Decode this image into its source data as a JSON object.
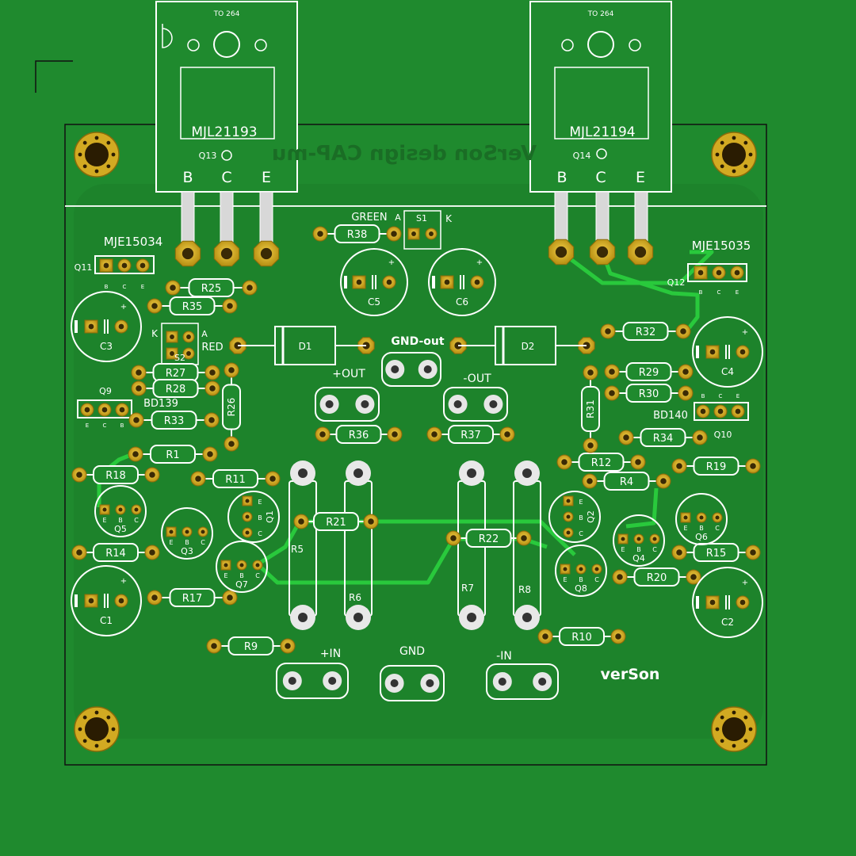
{
  "colors": {
    "board": "#1f8a2e",
    "pour": "#207a2c",
    "silk": "#ffffff",
    "pad_gold": "#c9a21a",
    "pad_dark": "#3a2a05",
    "trace": "#25c83a",
    "outline": "#1b1b1b"
  },
  "transistors_power": [
    {
      "id": "q13",
      "package": "TO 264",
      "part": "MJL21193",
      "ref": "Q13",
      "pins": [
        "B",
        "C",
        "E"
      ]
    },
    {
      "id": "q14",
      "package": "TO 264",
      "part": "MJL21194",
      "ref": "Q14",
      "pins": [
        "B",
        "C",
        "E"
      ]
    }
  ],
  "mirror_text": "VerSon design  CAP-mu",
  "drivers": [
    {
      "id": "q11",
      "part": "MJE15034",
      "ref": "Q11",
      "pins": [
        "B",
        "C",
        "E"
      ]
    },
    {
      "id": "q12",
      "part": "MJE15035",
      "ref": "Q12",
      "pins": [
        "B",
        "C",
        "E"
      ]
    },
    {
      "id": "q9",
      "part": "BD139",
      "ref": "Q9",
      "pins": [
        "E",
        "C",
        "B"
      ]
    },
    {
      "id": "q10",
      "part": "BD140",
      "ref": "Q10",
      "pins": [
        "B",
        "C",
        "E"
      ]
    }
  ],
  "led_labels": {
    "green": "GREEN",
    "red": "RED",
    "s1": "S1",
    "s2": "S2",
    "a": "A",
    "k": "K"
  },
  "resistors": [
    "R1",
    "R4",
    "R9",
    "R10",
    "R11",
    "R12",
    "R14",
    "R15",
    "R17",
    "R18",
    "R19",
    "R20",
    "R21",
    "R22",
    "R25",
    "R26",
    "R27",
    "R28",
    "R29",
    "R30",
    "R31",
    "R32",
    "R33",
    "R34",
    "R35",
    "R36",
    "R37",
    "R38"
  ],
  "power_resistors": [
    "R5",
    "R6",
    "R7",
    "R8"
  ],
  "caps": [
    "C1",
    "C2",
    "C3",
    "C4",
    "C5",
    "C6"
  ],
  "diodes": [
    "D1",
    "D2"
  ],
  "small_transistors": [
    "Q1",
    "Q2",
    "Q3",
    "Q4",
    "Q5",
    "Q6",
    "Q7",
    "Q8"
  ],
  "terminals": {
    "gnd_out": "GND-out",
    "plus_out": "+OUT",
    "minus_out": "-OUT",
    "plus_in": "+IN",
    "gnd": "GND",
    "minus_in": "-IN"
  },
  "signature": "verSon",
  "pin_letters": {
    "b": "B",
    "c": "C",
    "e": "E"
  }
}
